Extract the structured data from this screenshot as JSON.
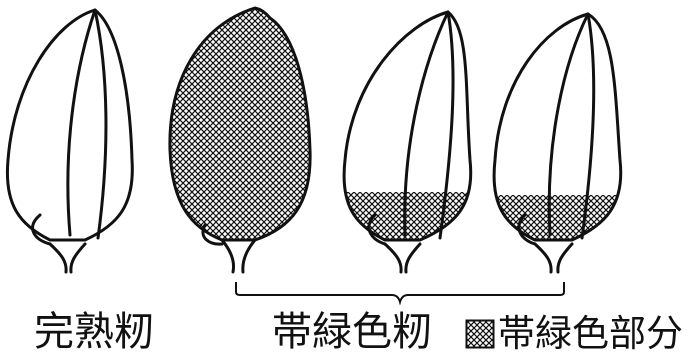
{
  "labels": {
    "ripe": "完熟籾",
    "green_band": "帯緑色籾",
    "legend": "帯緑色部分"
  },
  "grains": [
    {
      "id": "ripe",
      "shading": "none"
    },
    {
      "id": "fully-green",
      "shading": "full"
    },
    {
      "id": "partial-green-1",
      "shading": "base"
    },
    {
      "id": "partial-green-2",
      "shading": "base"
    }
  ],
  "legend": {
    "pattern": "crosshatch"
  },
  "colors": {
    "line": "#111111",
    "background": "#ffffff"
  }
}
